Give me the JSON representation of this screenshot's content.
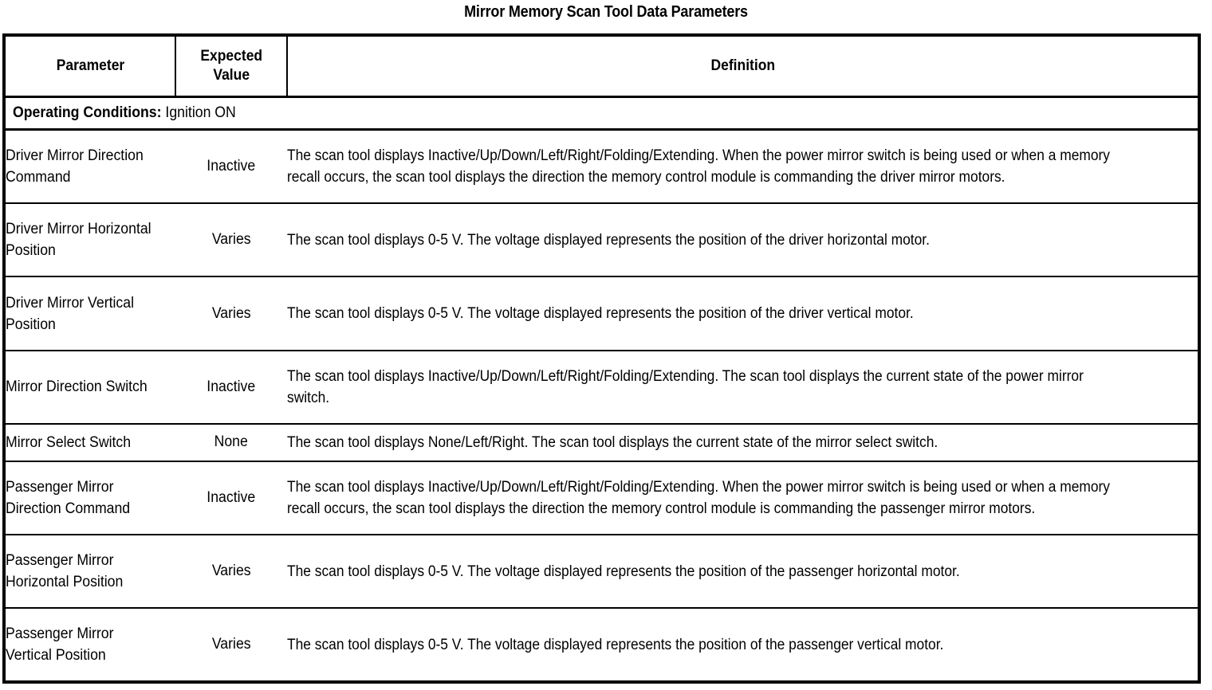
{
  "title": "Mirror Memory Scan Tool Data Parameters",
  "table": {
    "headers": {
      "parameter": "Parameter",
      "expected_value": "Expected\nValue",
      "definition": "Definition"
    },
    "operating_conditions": {
      "label": "Operating Conditions:",
      "value": "Ignition ON"
    },
    "rows": [
      {
        "parameter": "Driver Mirror Direction Command",
        "expected_value": "Inactive",
        "definition": "The scan tool displays Inactive/Up/Down/Left/Right/Folding/Extending. When the power mirror switch is being used or when a memory recall occurs, the scan tool displays the direction the memory control module is commanding the driver mirror motors."
      },
      {
        "parameter": "Driver Mirror Horizontal Position",
        "expected_value": "Varies",
        "definition": "The scan tool displays 0-5 V. The voltage displayed represents the position of the driver horizontal motor."
      },
      {
        "parameter": "Driver Mirror Vertical Position",
        "expected_value": "Varies",
        "definition": "The scan tool displays 0-5 V. The voltage displayed represents the position of the driver vertical motor."
      },
      {
        "parameter": "Mirror Direction Switch",
        "expected_value": "Inactive",
        "definition": "The scan tool displays Inactive/Up/Down/Left/Right/Folding/Extending. The scan tool displays the current state of the power mirror switch."
      },
      {
        "parameter": "Mirror Select Switch",
        "expected_value": "None",
        "definition": "The scan tool displays None/Left/Right. The scan tool displays the current state of the mirror select switch."
      },
      {
        "parameter": "Passenger Mirror Direction Command",
        "expected_value": "Inactive",
        "definition": "The scan tool displays Inactive/Up/Down/Left/Right/Folding/Extending. When the power mirror switch is being used or when a memory recall occurs, the scan tool displays the direction the memory control module is commanding the passenger mirror motors."
      },
      {
        "parameter": "Passenger Mirror Horizontal Position",
        "expected_value": "Varies",
        "definition": "The scan tool displays 0-5 V. The voltage displayed represents the position of the passenger horizontal motor."
      },
      {
        "parameter": "Passenger Mirror Vertical Position",
        "expected_value": "Varies",
        "definition": "The scan tool displays 0-5 V. The voltage displayed represents the position of the passenger vertical motor."
      }
    ]
  },
  "colors": {
    "text": "#000000",
    "background": "#ffffff",
    "border": "#000000"
  }
}
